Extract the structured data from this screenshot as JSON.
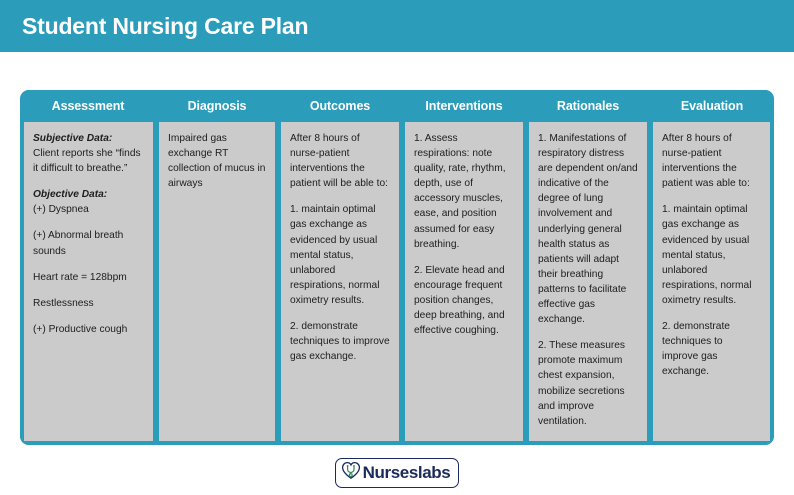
{
  "header": {
    "title": "Student Nursing Care Plan",
    "background_color": "#2b9cba",
    "text_color": "#ffffff"
  },
  "table": {
    "accent_color": "#2b9cba",
    "cell_background": "#cbcbcb",
    "columns": [
      {
        "key": "assessment",
        "label": "Assessment"
      },
      {
        "key": "diagnosis",
        "label": "Diagnosis"
      },
      {
        "key": "outcomes",
        "label": "Outcomes"
      },
      {
        "key": "interventions",
        "label": "Interventions"
      },
      {
        "key": "rationales",
        "label": "Rationales"
      },
      {
        "key": "evaluation",
        "label": "Evaluation"
      }
    ],
    "cells": {
      "assessment": {
        "subjective_label": "Subjective Data:",
        "subjective_text": "Client reports she “finds it difficult to breathe.”",
        "objective_label": "Objective Data:",
        "objective_items": [
          "(+) Dyspnea",
          "(+) Abnormal breath sounds",
          "Heart rate = 128bpm",
          "Restlessness",
          "(+) Productive cough"
        ]
      },
      "diagnosis": {
        "text": "Impaired gas exchange RT collection of mucus in airways"
      },
      "outcomes": {
        "intro": "After 8 hours of nurse-patient interventions the patient will be able to:",
        "items": [
          "1. maintain optimal gas exchange as evidenced by usual mental status, unlabored respirations, normal oximetry results.",
          "2. demonstrate techniques to improve gas exchange."
        ]
      },
      "interventions": {
        "items": [
          "1. Assess respirations: note quality, rate, rhythm, depth, use of accessory muscles, ease, and position assumed for easy breathing.",
          "2. Elevate head and encourage frequent position changes, deep breathing, and effective coughing."
        ]
      },
      "rationales": {
        "items": [
          "1. Manifestations of respiratory distress are dependent on/and indicative of the degree of lung involvement and underlying general health status as patients will adapt their breathing patterns to facilitate effective gas exchange.",
          "2. These measures promote maximum chest expansion, mobilize secretions and improve ventilation."
        ]
      },
      "evaluation": {
        "intro": "After 8 hours of nurse-patient interventions the patient was able to:",
        "items": [
          "1. maintain optimal gas exchange as evidenced by usual mental status, unlabored respirations, normal oximetry results.",
          "2. demonstrate techniques to improve gas exchange."
        ]
      }
    }
  },
  "footer": {
    "logo_text": "Nurseslabs",
    "logo_icon": "heart-stethoscope-icon",
    "logo_color": "#1b2a5e",
    "logo_accent_color": "#2e8b57"
  }
}
